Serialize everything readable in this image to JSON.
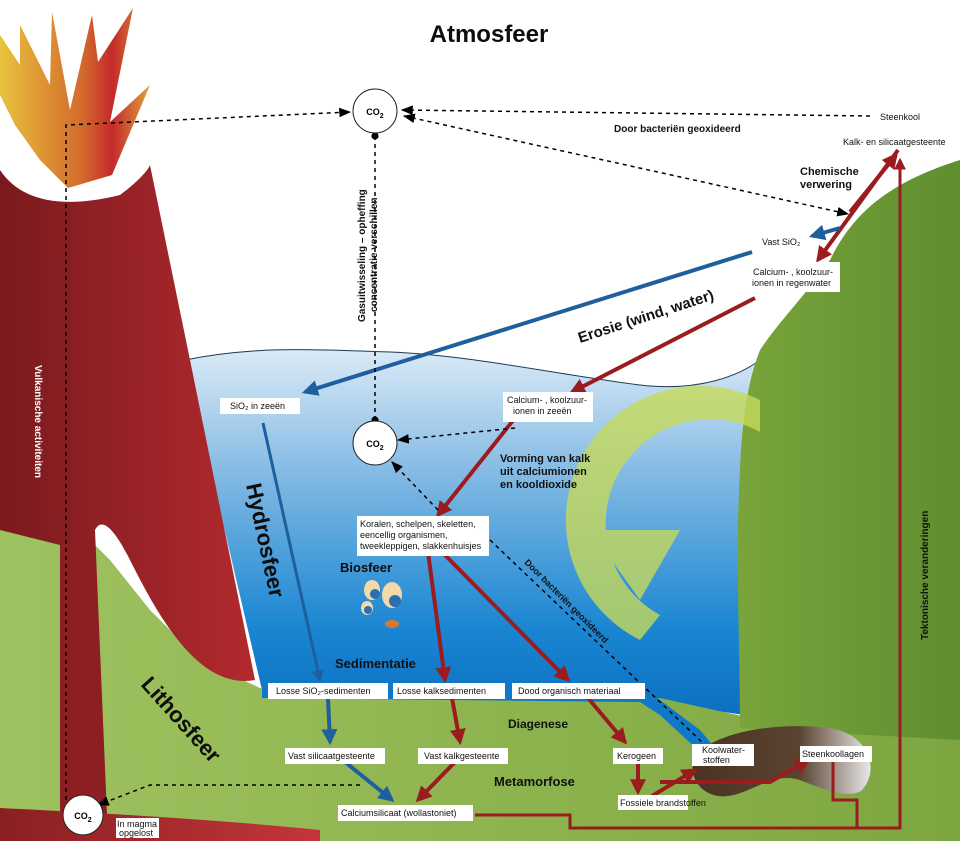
{
  "title": "Atmosfeer",
  "colors": {
    "volcano_dark": "#7f1d1f",
    "volcano": "#a3232a",
    "lava_red": "#c0392b",
    "flame_yellow": "#e5b83a",
    "flame_orange": "#d9782e",
    "ocean_top": "#d6e8f5",
    "ocean_bottom": "#0a78c8",
    "land_green": "#9cbf5e",
    "hill_green": "#6f9a36",
    "cycle_arrow": "#c6d95a",
    "arrow_red": "#9b1c1f",
    "arrow_blue": "#1f5f9e",
    "coal": "#4a3322"
  },
  "regions": {
    "atmosphere": "Atmosfeer",
    "hydrosphere": "Hydrosfeer",
    "lithosphere": "Lithosfeer",
    "biosphere": "Biosfeer"
  },
  "co2_nodes": {
    "atmosphere": {
      "main": "CO",
      "sub": "2"
    },
    "ocean": {
      "main": "CO",
      "sub": "2"
    },
    "magma": {
      "main": "CO",
      "sub": "2"
    }
  },
  "process_labels": {
    "gas_exchange_line1": "Gasuitwisseling – opheffing",
    "gas_exchange_line2": "concentratie verschillen",
    "bacteria_top": "Door bacteriën geoxideerd",
    "bacteria_ocean": "Door bacteriën geoxideerd",
    "chemical_weathering_line1": "Chemische",
    "chemical_weathering_line2": "verwering",
    "erosion": "Erosie (wind, water)",
    "lime_formation_line1": "Vorming van kalk",
    "lime_formation_line2": "uit calciumionen",
    "lime_formation_line3": "en kooldioxide",
    "sedimentation": "Sedimentatie",
    "diagenesis": "Diagenese",
    "metamorphosis": "Metamorfose",
    "volcanic": "Vulkanische activiteiten",
    "tectonic": "Tektonische veranderingen"
  },
  "labels": {
    "steenkool": "Steenkool",
    "kalk_silicaat": "Kalk- en silicaatgesteente",
    "vast_sio2": "Vast SiO₂",
    "calcium_regen_line1": "Calcium- , koolzuur-",
    "calcium_regen_line2": "ionen in regenwater",
    "sio2_zeeen": "SiO₂ in zeeën",
    "calcium_zee_line1": "Calcium- , koolzuur-",
    "calcium_zee_line2": "ionen in zeeën",
    "koralen_line1": "Koralen, schelpen, skeletten,",
    "koralen_line2": "eencellig organismen,",
    "koralen_line3": "tweekleppigen, slakkenhuisjes",
    "losse_sio2": "Losse SiO₂-sedimenten",
    "losse_kalk": "Losse kalksedimenten",
    "dood_organisch": "Dood organisch materiaal",
    "vast_silicaat": "Vast silicaatgesteente",
    "vast_kalk": "Vast kalkgesteente",
    "kerogeen": "Kerogeen",
    "koolwater_line1": "Koolwater-",
    "koolwater_line2": "stoffen",
    "steenkoollagen": "Steenkoollagen",
    "fossiele": "Fossiele brandstoffen",
    "calciumsilicaat": "Calciumsilicaat (wollastoniet)",
    "magma_line1": "In magma",
    "magma_line2": "opgelost"
  }
}
